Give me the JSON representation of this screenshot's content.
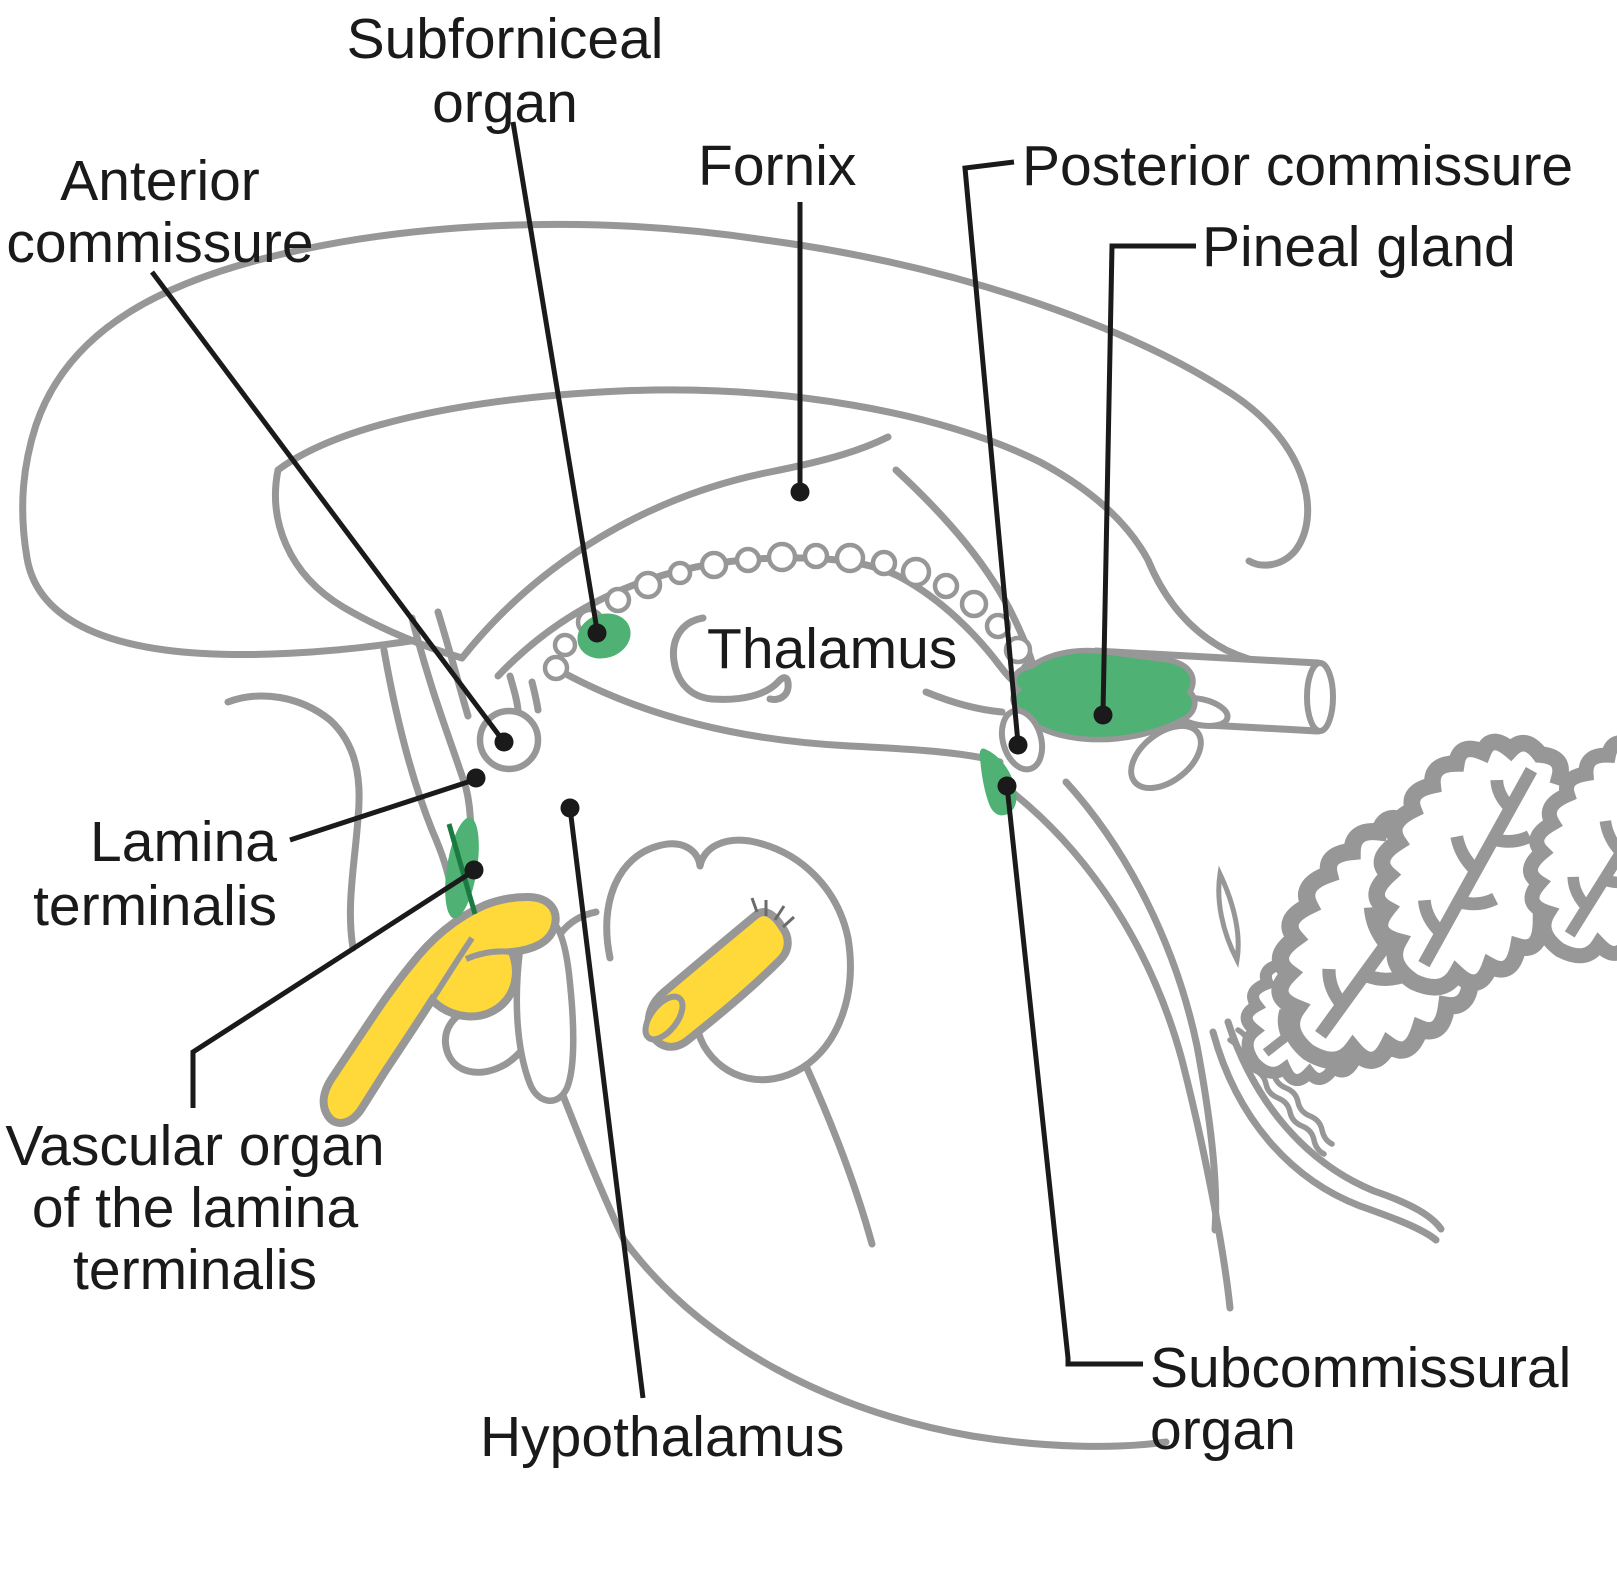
{
  "figure": {
    "labels": {
      "subforniceal_organ": {
        "lines": [
          "Subforniceal",
          "organ"
        ]
      },
      "anterior_commissure": {
        "lines": [
          "Anterior",
          "commissure"
        ]
      },
      "fornix": {
        "text": "Fornix"
      },
      "posterior_commissure": {
        "text": "Posterior commissure"
      },
      "pineal_gland": {
        "text": "Pineal gland"
      },
      "thalamus": {
        "text": "Thalamus"
      },
      "lamina_terminalis": {
        "lines": [
          "Lamina",
          "terminalis"
        ]
      },
      "vascular_organ_of_the_lamina_terminalis": {
        "lines": [
          "Vascular organ",
          "of the lamina",
          "terminalis"
        ]
      },
      "subcommissural_organ": {
        "lines": [
          "Subcommissural",
          "organ"
        ]
      },
      "hypothalamus": {
        "text": "Hypothalamus"
      }
    },
    "colors": {
      "outline_gray": "#979797",
      "leader_black": "#1a1a1a",
      "organ_green": "#4fb173",
      "organ_green_dark": "#1b7a42",
      "tract_yellow": "#ffd83a",
      "background": "#ffffff"
    }
  }
}
